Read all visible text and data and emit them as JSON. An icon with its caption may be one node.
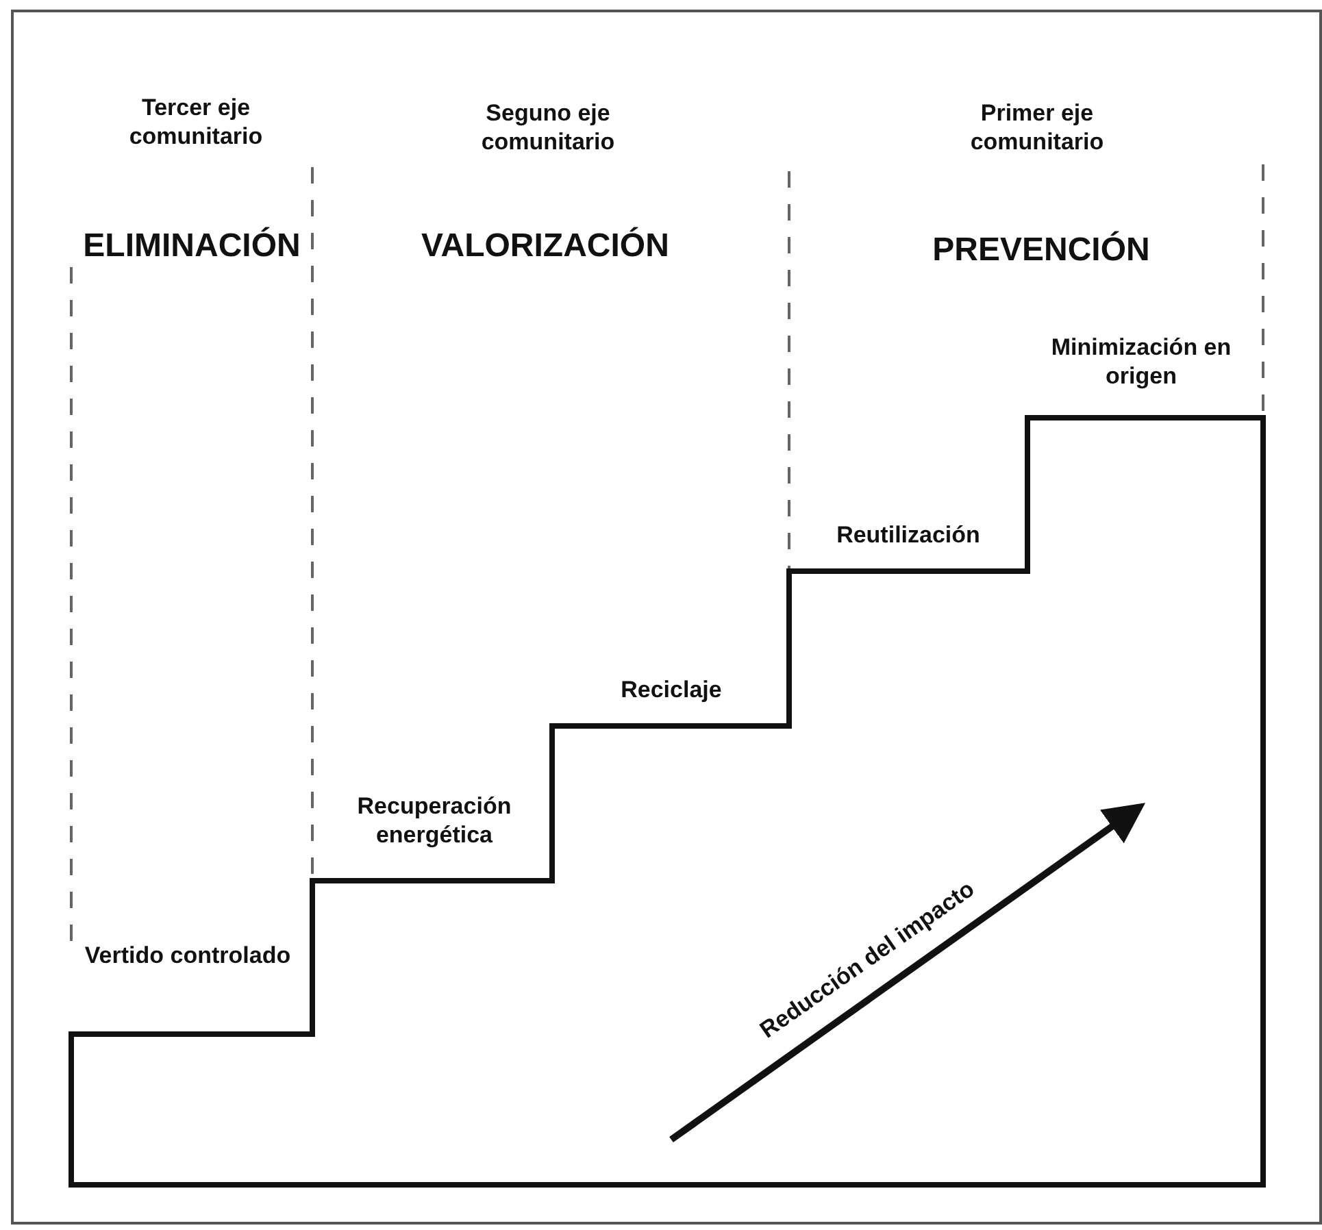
{
  "diagram": {
    "labels": [
      "Tercer eje comunitario",
      "Seguno eje comunitario",
      "Primer eje comunitario",
      "ELIMINACIÓN",
      "VALORIZACIÓN",
      "PREVENCIÓN",
      "Minimización en origen",
      "Reutilización",
      "Reciclaje",
      "Recuperación energética",
      "Vertido controlado",
      "Reducción del impacto"
    ]
  }
}
